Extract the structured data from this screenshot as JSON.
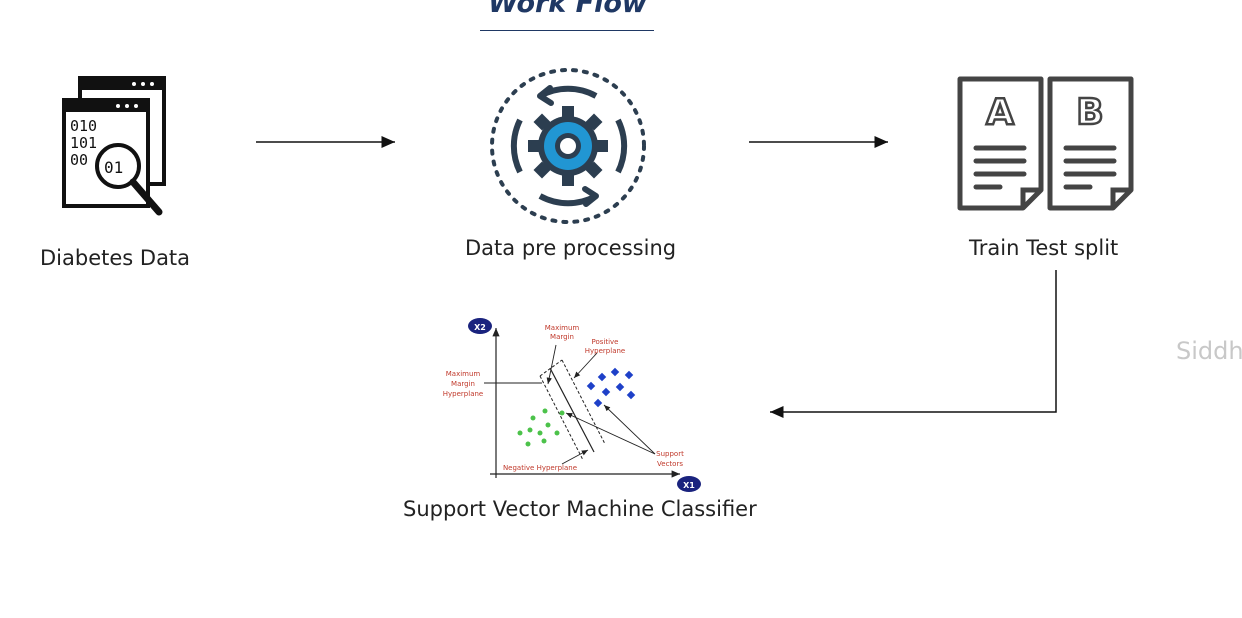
{
  "title": "Work Flow",
  "steps": {
    "data": "Diabetes Data",
    "preprocessing": "Data pre processing",
    "split": "Train Test split",
    "classifier": "Support Vector Machine Classifier"
  },
  "data_icon": {
    "lines": [
      "010",
      "101",
      "00"
    ],
    "lens_text": "01"
  },
  "split_icon": {
    "left_letter": "A",
    "right_letter": "B"
  },
  "svm_figure": {
    "y_axis": "X2",
    "x_axis": "X1",
    "labels": {
      "max_margin": [
        "Maximum",
        "Margin"
      ],
      "positive_hyperplane": [
        "Positive",
        "Hyperplane"
      ],
      "max_margin_hyperplane": [
        "Maximum",
        "Margin",
        "Hyperplane"
      ],
      "support_vectors": [
        "Support",
        "Vectors"
      ],
      "negative_hyperplane": "Negative Hyperplane"
    }
  },
  "watermark": "Siddh",
  "colors": {
    "title": "#1f3864",
    "icon_dark": "#2c3e50",
    "gear_blue": "#2196d3",
    "svm_label": "#c0392b"
  }
}
